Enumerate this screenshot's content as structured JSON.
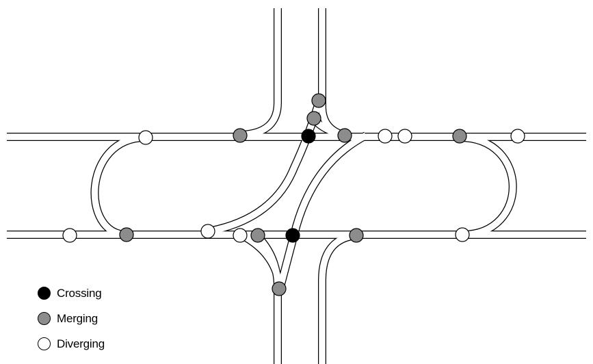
{
  "legend": {
    "crossing": {
      "label": "Crossing",
      "color": "#000000"
    },
    "merging": {
      "label": "Merging",
      "color": "#8c8c8c"
    },
    "diverging": {
      "label": "Diverging",
      "color": "#ffffff"
    }
  }
}
